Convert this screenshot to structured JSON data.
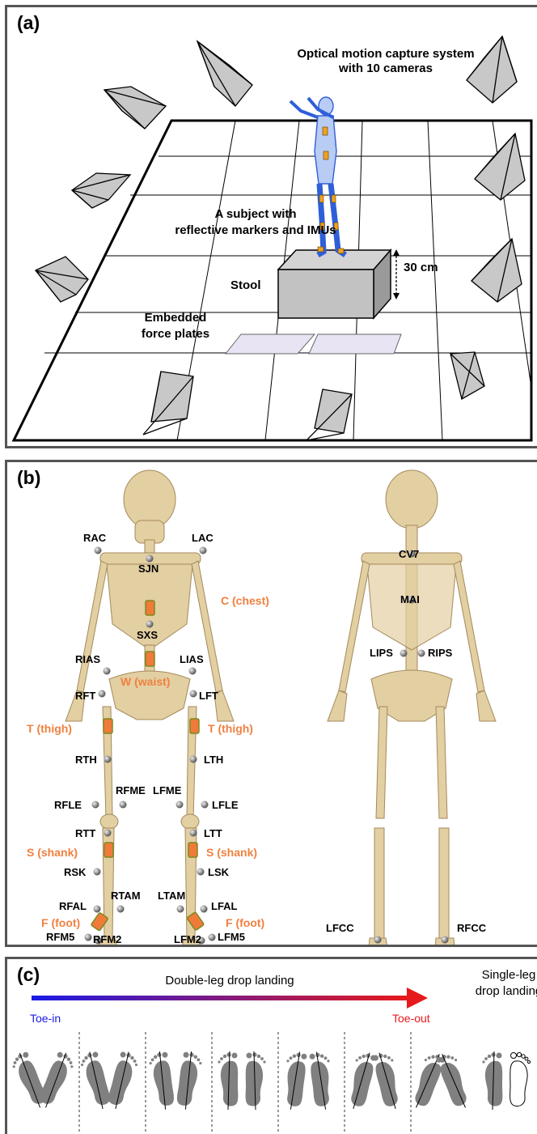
{
  "panel_a": {
    "label": "(a)",
    "title_line1": "Optical motion capture system",
    "title_line2": "with 10 cameras",
    "subject_line1": "A subject with",
    "subject_line2": "reflective markers and IMUs",
    "stool": "Stool",
    "height": "30 cm",
    "plates_line1": "Embedded",
    "plates_line2": "force plates"
  },
  "panel_b": {
    "label": "(b)",
    "markers_front": [
      "RAC",
      "LAC",
      "SJN",
      "SXS",
      "RIAS",
      "LIAS",
      "RFT",
      "LFT",
      "RTH",
      "LTH",
      "RFLE",
      "RFME",
      "LFME",
      "LFLE",
      "RTT",
      "LTT",
      "RSK",
      "LSK",
      "RFAL",
      "RTAM",
      "LTAM",
      "LFAL",
      "RFM5",
      "RFM2",
      "LFM2",
      "LFM5"
    ],
    "markers_back": [
      "CV7",
      "MAI",
      "LIPS",
      "RIPS",
      "LFCC",
      "RFCC"
    ],
    "imus": {
      "chest": "C (chest)",
      "waist": "W (waist)",
      "thigh": "T (thigh)",
      "shank": "S (shank)",
      "foot": "F (foot)"
    },
    "colors": {
      "imu": "#f07a3a",
      "label_orange": "#f08040",
      "bone": "#e2cfa2"
    }
  },
  "panel_c": {
    "label": "(c)",
    "double_leg": "Double-leg drop landing",
    "single_leg_line1": "Single-leg",
    "single_leg_line2": "drop landing",
    "toe_in": "Toe-in",
    "toe_out": "Toe-out",
    "colors": {
      "toe_in": "#1a1ae6",
      "toe_out": "#e61a1a",
      "footprint": "#808080"
    }
  }
}
